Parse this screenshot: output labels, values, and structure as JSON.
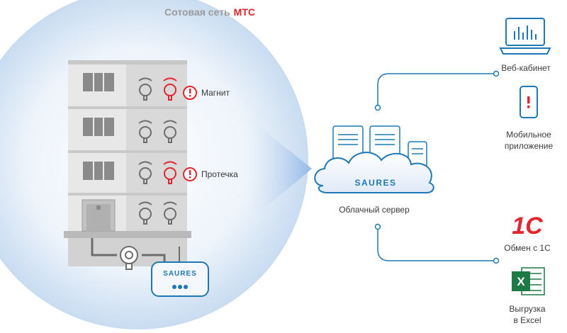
{
  "network": {
    "label_prefix": "Сотовая сеть",
    "operator": "МТС"
  },
  "alerts": {
    "magnet": "Магнит",
    "leak": "Протечка"
  },
  "brand": {
    "controller": "SAURES",
    "server_logo": "SAURES"
  },
  "cloud": {
    "label": "Облачный сервер"
  },
  "services": {
    "web_cabinet": "Веб-кабинет",
    "mobile_line1": "Мобильное",
    "mobile_line2": "приложение",
    "onec_logo": "1C",
    "onec_label": "Обмен с 1С",
    "excel_logo": "X",
    "excel_line1": "Выгрузка",
    "excel_line2": "в Excel"
  },
  "colors": {
    "accent_red": "#e3262e",
    "line_blue": "#1f78b4",
    "building_gray": "#d8d8d8",
    "excel_green": "#1d7a44"
  }
}
